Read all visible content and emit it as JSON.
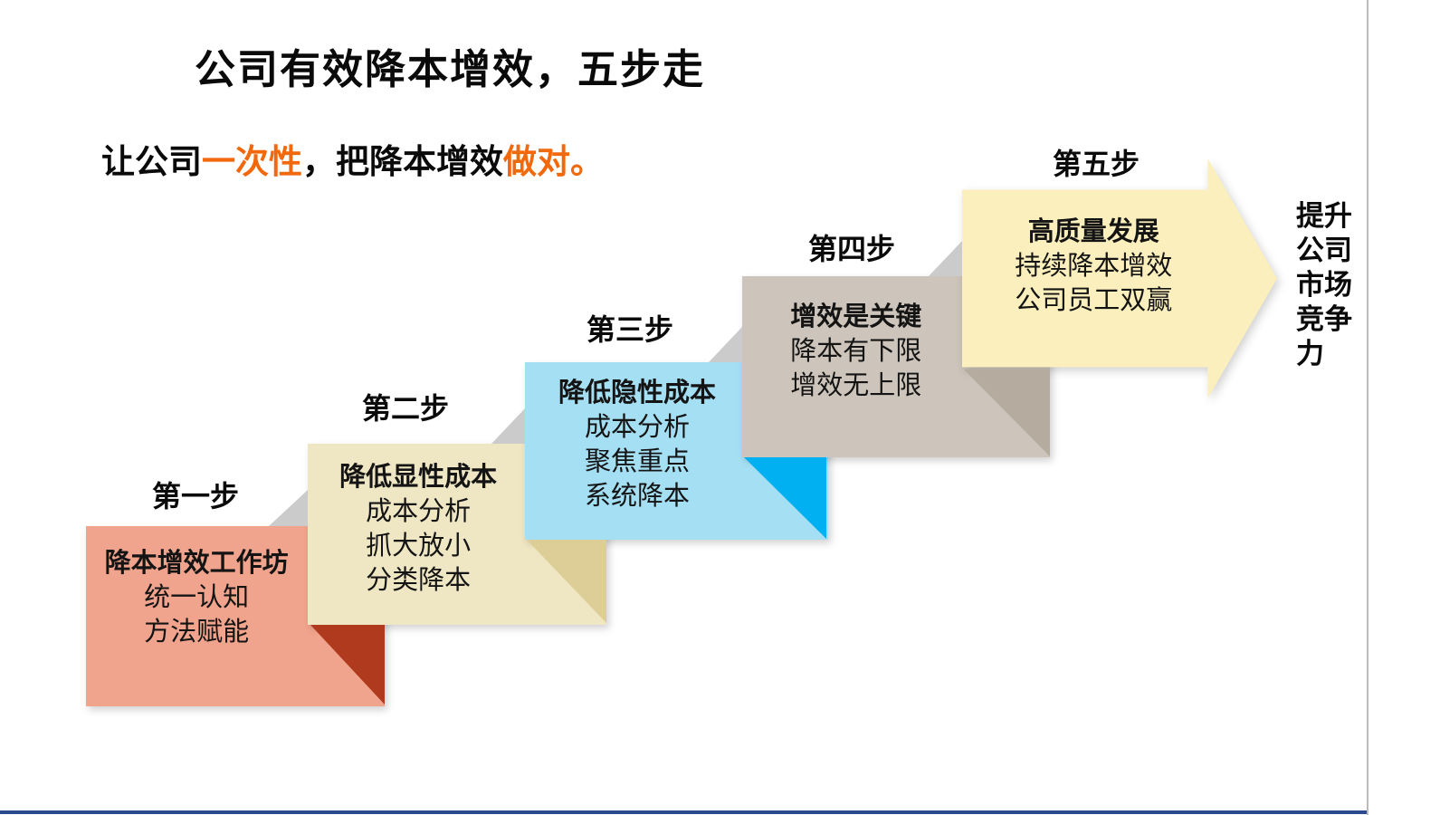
{
  "slide": {
    "title": "公司有效降本增效，五步走",
    "subtitle": {
      "prefix": "让公司",
      "highlight1": "一次性",
      "middle": "，把降本增效",
      "highlight2": "做对。"
    }
  },
  "colors": {
    "highlight": "#F2690D",
    "connector_gray": "#CBCBCB",
    "edge_right": "#BBBBBB",
    "edge_bottom": "#2A4B8D"
  },
  "steps": [
    {
      "label": "第一步",
      "heading": "降本增效工作坊",
      "lines": [
        "统一认知",
        "方法赋能"
      ],
      "box_color": "#F1A48D",
      "fold_color": "#AF3A1D"
    },
    {
      "label": "第二步",
      "heading": "降低显性成本",
      "lines": [
        "成本分析",
        "抓大放小",
        "分类降本"
      ],
      "box_color": "#EFE6C3",
      "fold_color": "#DCCE96"
    },
    {
      "label": "第三步",
      "heading": "降低隐性成本",
      "lines": [
        "成本分析",
        "聚焦重点",
        "系统降本"
      ],
      "box_color": "#A5DFF3",
      "fold_color": "#00B0F0"
    },
    {
      "label": "第四步",
      "heading": "增效是关键",
      "lines": [
        "降本有下限",
        "增效无上限"
      ],
      "box_color": "#CDC5BB",
      "fold_color": "#B5AB9F"
    },
    {
      "label": "第五步",
      "heading": "高质量发展",
      "lines": [
        "持续降本增效",
        "公司员工双赢"
      ],
      "box_color": "#FBEFBD"
    }
  ],
  "result": {
    "lines": [
      "提升",
      "公司",
      "市场",
      "竞争",
      "力"
    ]
  }
}
